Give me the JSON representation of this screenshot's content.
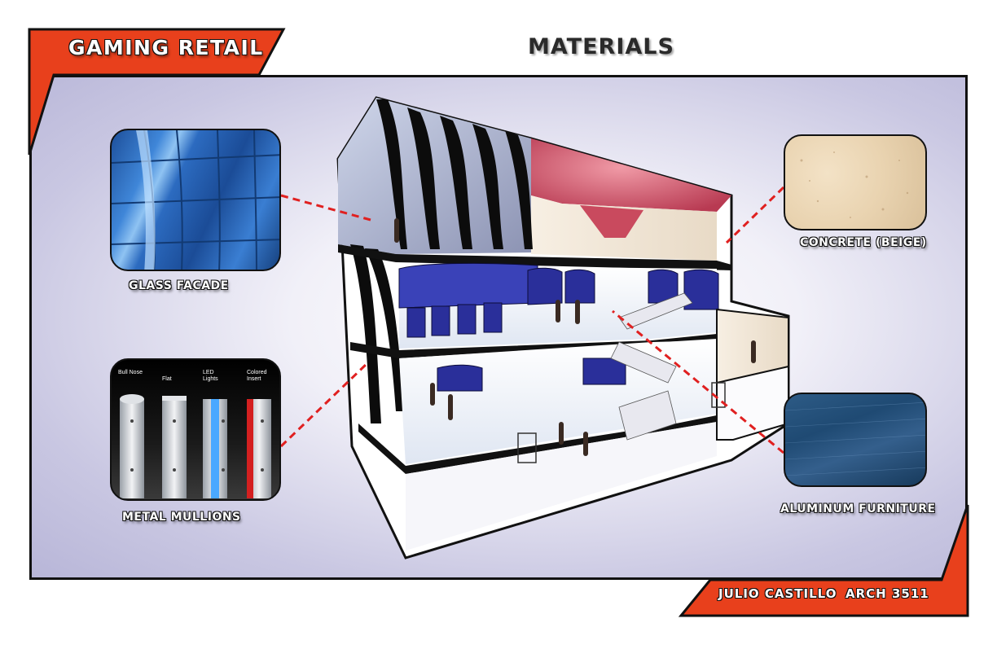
{
  "header": {
    "project_tag": "GAMING RETAIL",
    "title": "MATERIALS"
  },
  "footer": {
    "author": "JULIO CASTILLO",
    "course": "ARCH 3511"
  },
  "materials": [
    {
      "id": "glass",
      "label": "GLASS FACADE",
      "swatch": "blue-glass-facade"
    },
    {
      "id": "mullion",
      "label": "METAL MULLIONS",
      "swatch": "metal-mullion-profiles",
      "profiles": [
        "Bull Nose",
        "Flat",
        "LED Lights",
        "Colored Insert"
      ]
    },
    {
      "id": "concrete",
      "label": "CONCRETE (BEIGE)",
      "swatch": "beige-concrete"
    },
    {
      "id": "aluminum",
      "label": "ALUMINUM FURNITURE",
      "swatch": "blue-brushed-aluminum"
    }
  ],
  "colors": {
    "accent": "#e8401c",
    "frame": "#111111",
    "leader": "#e02020",
    "furniture": "#2a2f9a",
    "ceiling": "#d8556a"
  }
}
